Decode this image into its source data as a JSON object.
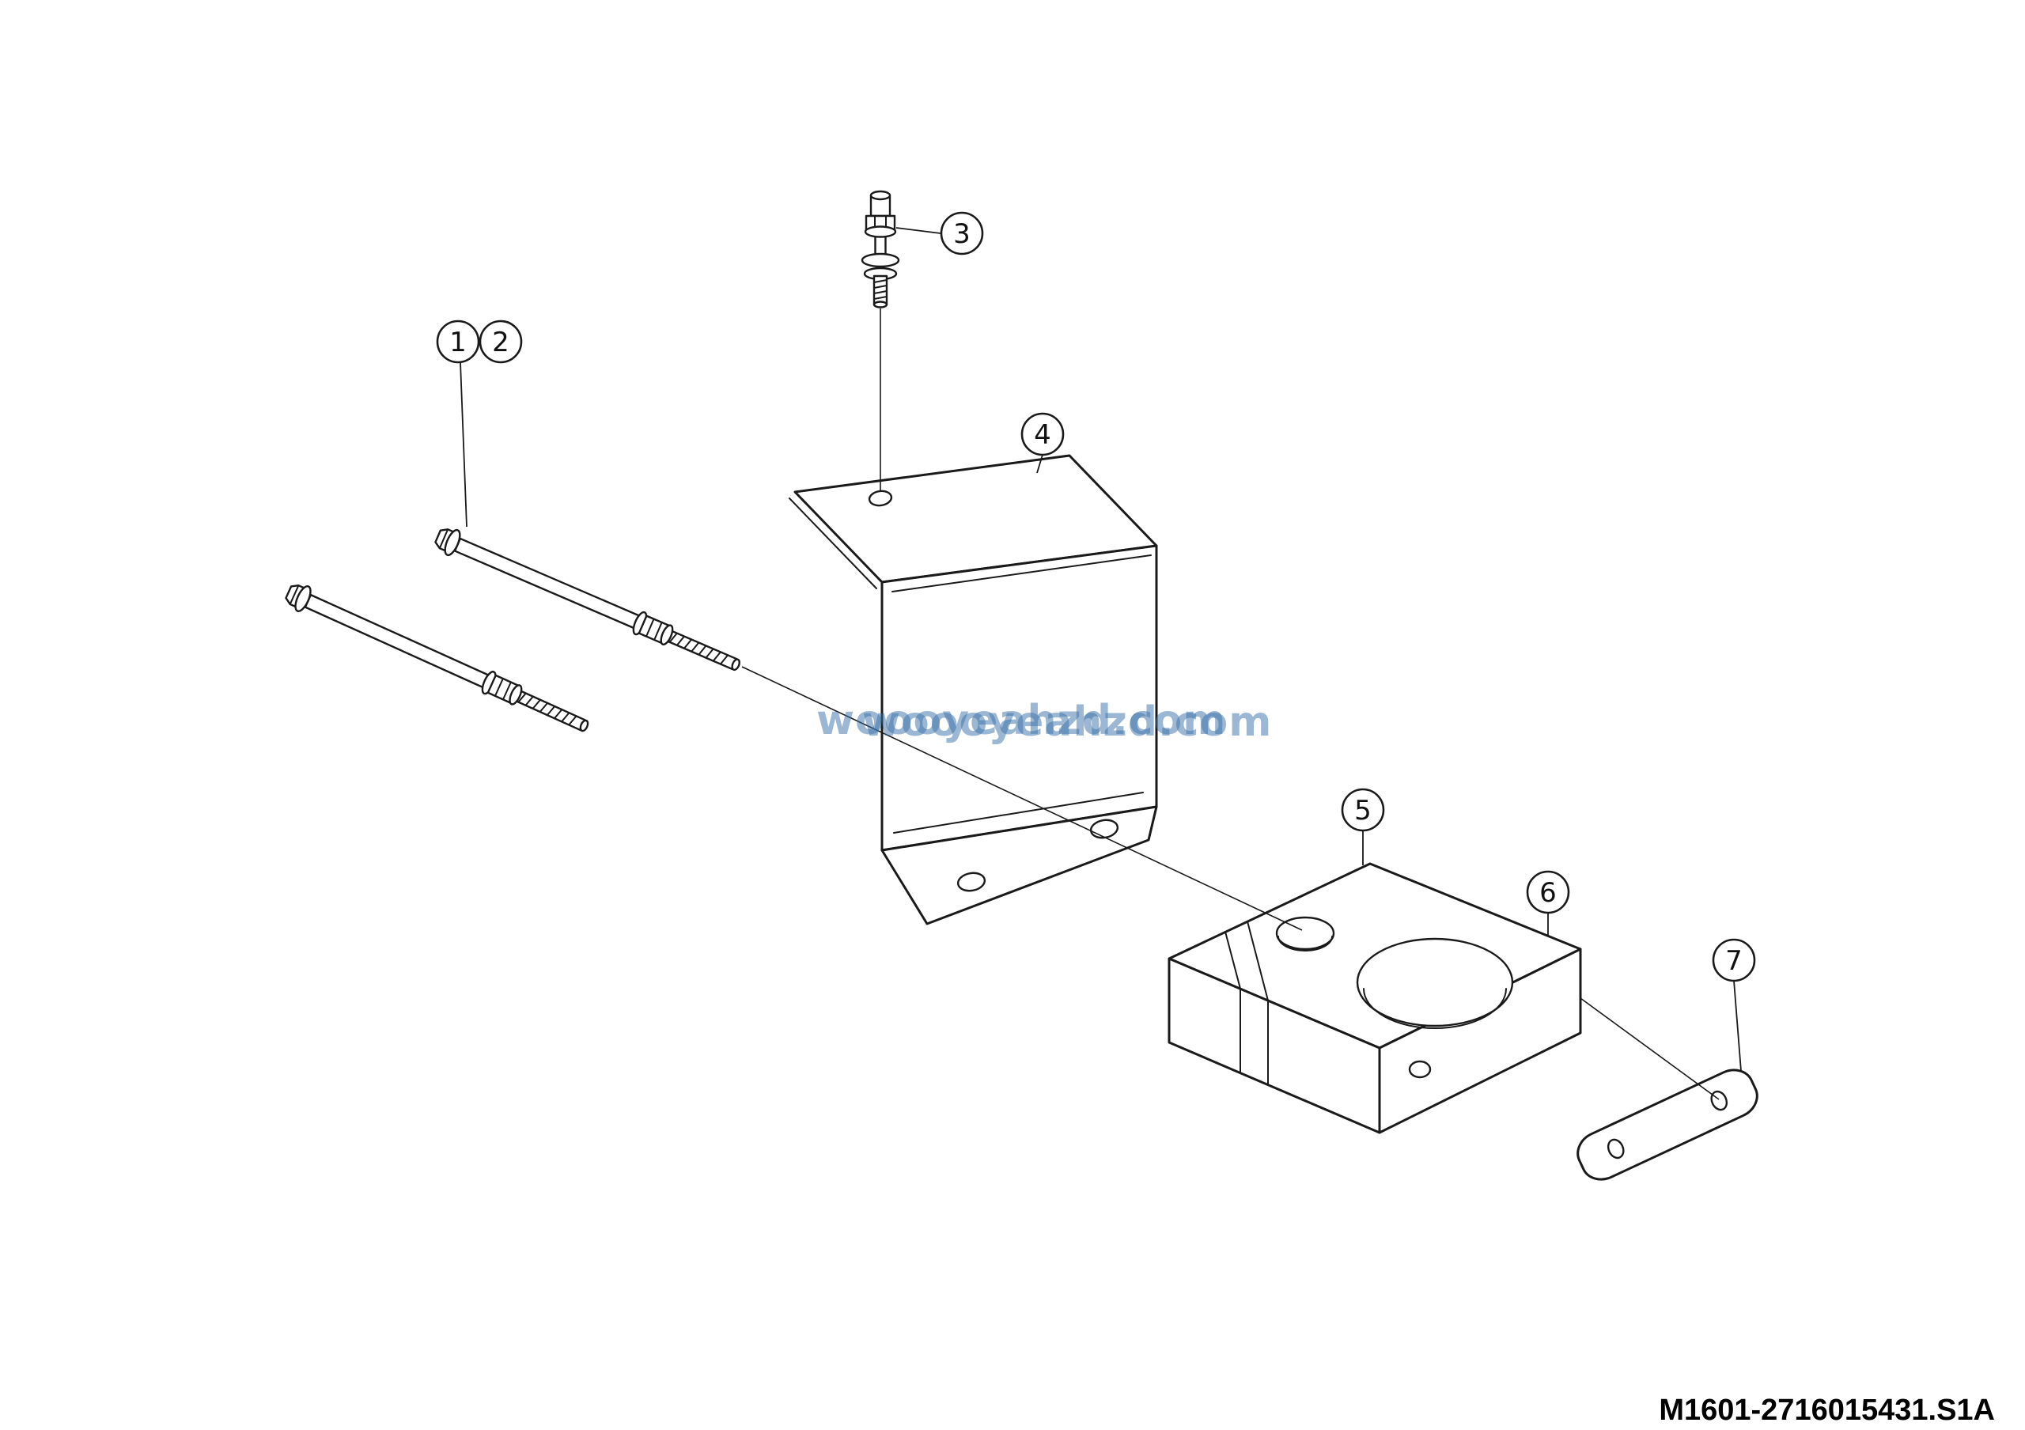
{
  "diagram": {
    "background_color": "#ffffff",
    "line_color": "#1a1a1a",
    "watermark": {
      "text": "woooyeahzd.com",
      "color": "#3a72a8"
    },
    "footer": {
      "drawing_number": "M1601-2716015431.S1A"
    },
    "callouts": [
      {
        "label": "1"
      },
      {
        "label": "2"
      },
      {
        "label": "3"
      },
      {
        "label": "4"
      },
      {
        "label": "5"
      },
      {
        "label": "6"
      },
      {
        "label": "7"
      }
    ]
  }
}
